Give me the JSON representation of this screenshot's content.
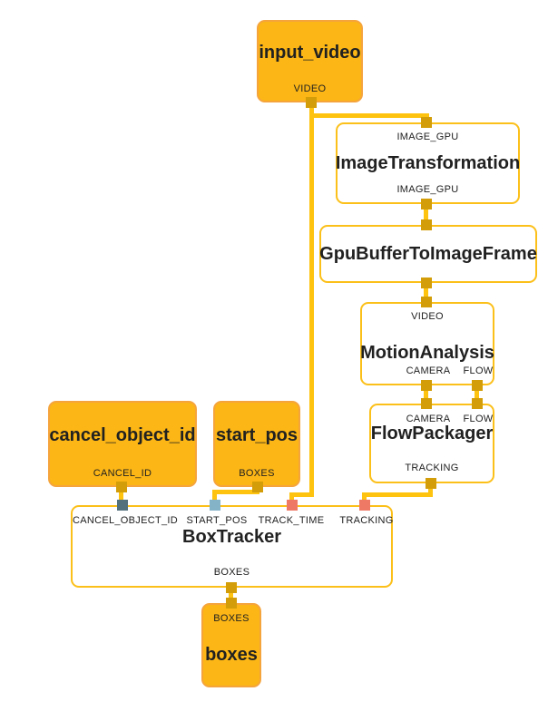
{
  "diagram": {
    "type": "dataflow-graph",
    "nodes": {
      "input_video": {
        "title": "input_video",
        "ports": {
          "out_video": "VIDEO"
        }
      },
      "image_transformation": {
        "title": "ImageTransformation",
        "ports": {
          "in_image_gpu": "IMAGE_GPU",
          "out_image_gpu": "IMAGE_GPU"
        }
      },
      "gpu_buffer_to_image_frame": {
        "title": "GpuBufferToImageFrame",
        "ports": {}
      },
      "motion_analysis": {
        "title": "MotionAnalysis",
        "ports": {
          "in_video": "VIDEO",
          "out_camera": "CAMERA",
          "out_flow": "FLOW"
        }
      },
      "flow_packager": {
        "title": "FlowPackager",
        "ports": {
          "in_camera": "CAMERA",
          "in_flow": "FLOW",
          "out_tracking": "TRACKING"
        }
      },
      "cancel_object_id": {
        "title": "cancel_object_id",
        "ports": {
          "out_cancel_id": "CANCEL_ID"
        }
      },
      "start_pos": {
        "title": "start_pos",
        "ports": {
          "out_boxes": "BOXES"
        }
      },
      "box_tracker": {
        "title": "BoxTracker",
        "ports": {
          "in_cancel_object_id": "CANCEL_OBJECT_ID",
          "in_start_pos": "START_POS",
          "in_track_time": "TRACK_TIME",
          "in_tracking": "TRACKING",
          "out_boxes": "BOXES"
        }
      },
      "boxes": {
        "title": "boxes",
        "ports": {
          "in_boxes": "BOXES"
        }
      }
    },
    "edges": [
      {
        "from": "input_video.VIDEO",
        "to": "ImageTransformation.IMAGE_GPU"
      },
      {
        "from": "input_video.VIDEO",
        "to": "BoxTracker.TRACK_TIME"
      },
      {
        "from": "ImageTransformation.IMAGE_GPU",
        "to": "GpuBufferToImageFrame"
      },
      {
        "from": "GpuBufferToImageFrame",
        "to": "MotionAnalysis.VIDEO"
      },
      {
        "from": "MotionAnalysis.CAMERA",
        "to": "FlowPackager.CAMERA"
      },
      {
        "from": "MotionAnalysis.FLOW",
        "to": "FlowPackager.FLOW"
      },
      {
        "from": "FlowPackager.TRACKING",
        "to": "BoxTracker.TRACKING"
      },
      {
        "from": "cancel_object_id.CANCEL_ID",
        "to": "BoxTracker.CANCEL_OBJECT_ID"
      },
      {
        "from": "start_pos.BOXES",
        "to": "BoxTracker.START_POS"
      },
      {
        "from": "BoxTracker.BOXES",
        "to": "boxes.BOXES"
      }
    ],
    "colors": {
      "canvas_bg": "#ffffff",
      "stream_node_fill": "#fcb615",
      "stream_node_border": "#f5a43c",
      "calculator_node_bg": "#ffffff",
      "calculator_node_border": "#fcc01a",
      "edge": "#fdc30f",
      "port_default": "#d29d08",
      "port_cancel_object_id": "#53707d",
      "port_start_pos": "#84b3c7",
      "port_track_time": "#ee7a66",
      "port_tracking": "#ee7a66",
      "text": "#212121"
    }
  }
}
